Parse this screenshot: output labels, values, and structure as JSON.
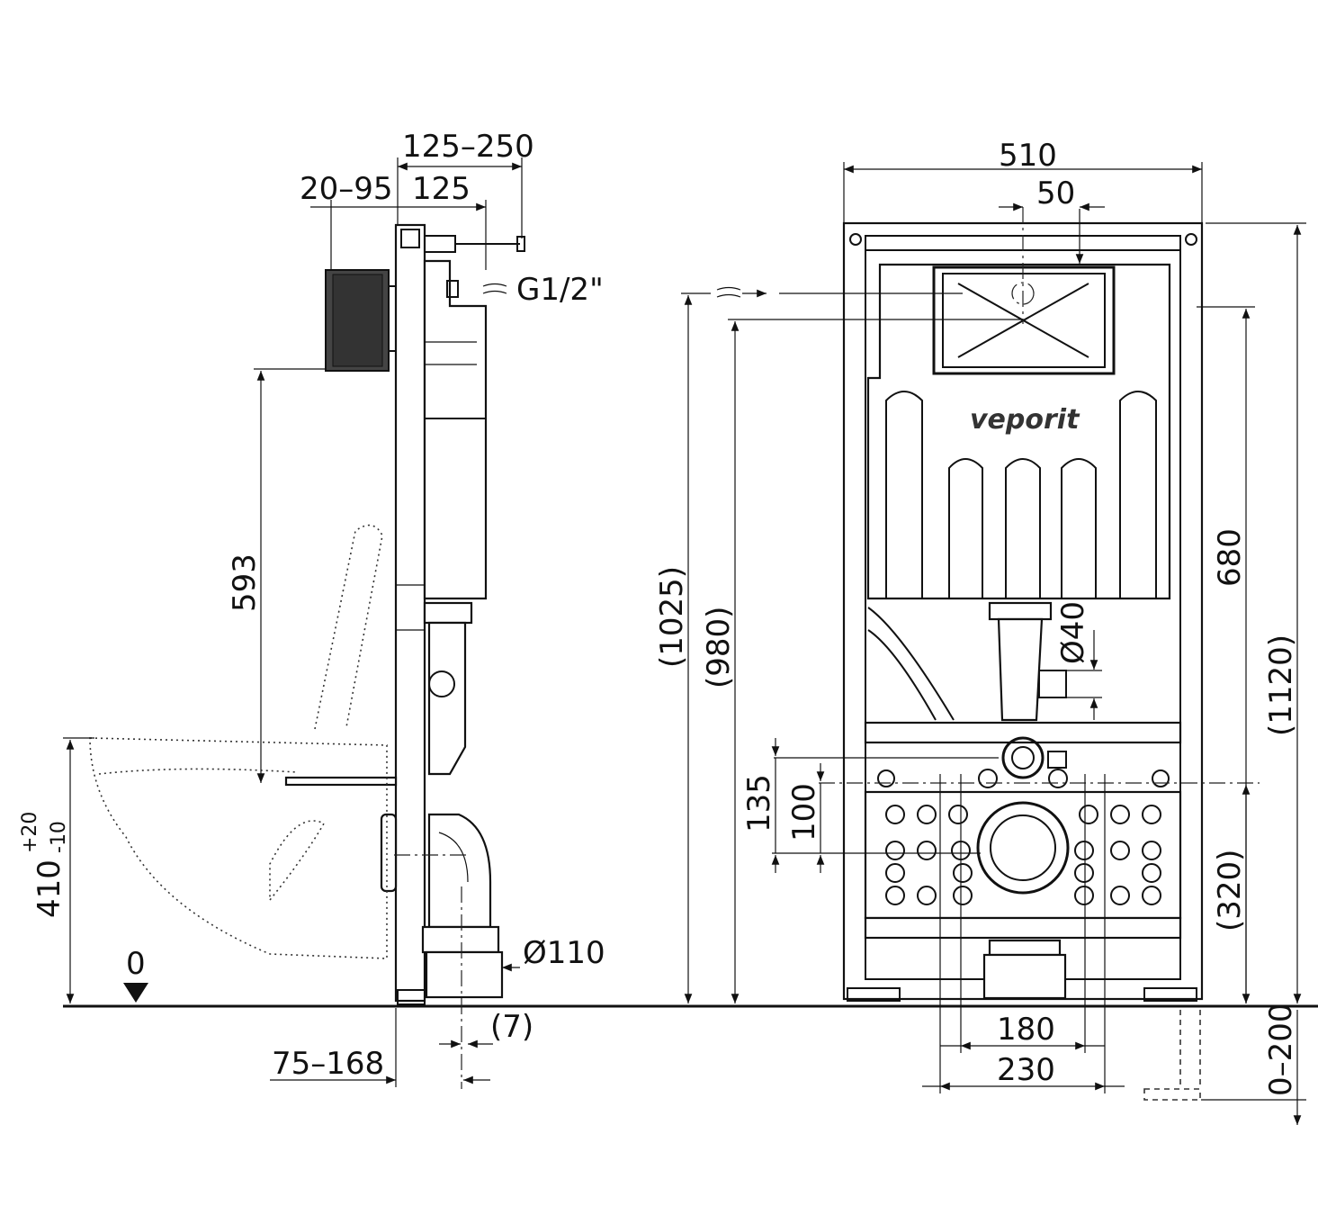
{
  "side_view": {
    "dims": {
      "top_depth": "125–250",
      "plate_offset": "20–95",
      "frame_depth": "125",
      "inlet": "G1/2\"",
      "flush_height": "593",
      "seat_height": "410",
      "seat_tol_plus": "+20",
      "seat_tol_minus": "-10",
      "floor_mark": "0",
      "outlet_dia": "Ø110",
      "outlet_offset": "(7)",
      "wall_distance": "75–168"
    }
  },
  "front_view": {
    "brand": "veporit",
    "dims": {
      "width": "510",
      "inlet_offset": "50",
      "h_1025": "(1025)",
      "h_980": "(980)",
      "h_680": "680",
      "h_1120": "(1120)",
      "drain_dia": "Ø40",
      "h_135": "135",
      "h_100": "100",
      "h_320": "(320)",
      "bolt_180": "180",
      "bolt_230": "230",
      "foot_adjust": "0–200"
    }
  }
}
